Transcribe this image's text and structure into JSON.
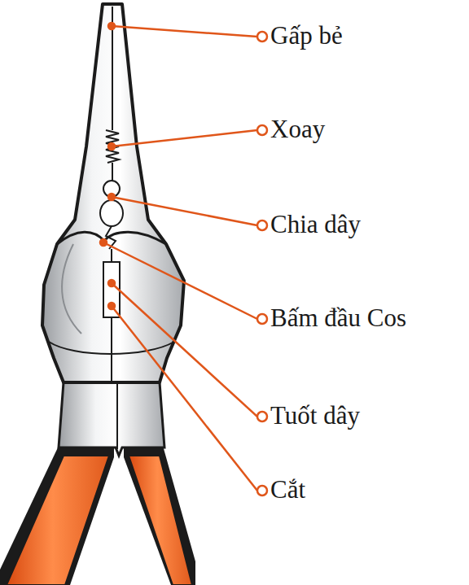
{
  "diagram": {
    "labels": [
      "Gấp bẻ",
      "Xoay",
      "Chia dây",
      "Bấm đầu Cos",
      "Tuốt dây",
      "Cắt"
    ]
  }
}
